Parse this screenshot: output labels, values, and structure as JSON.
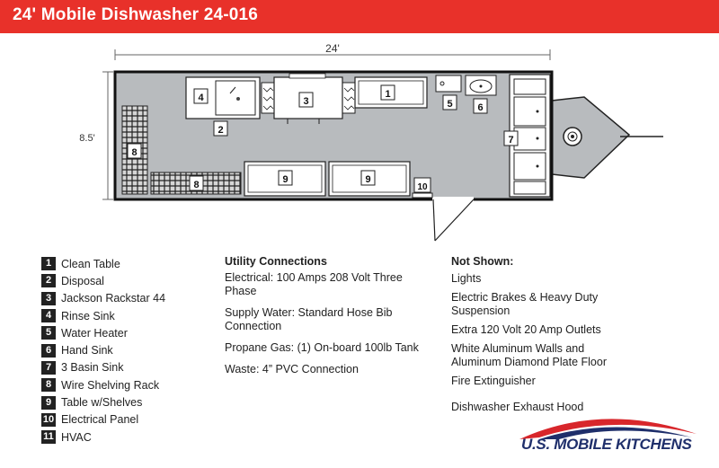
{
  "header": {
    "title": "24' Mobile Dishwasher 24-016"
  },
  "dimensions": {
    "length": "24'",
    "width": "8.5'"
  },
  "floorplan": {
    "markers": [
      "4",
      "3",
      "1",
      "5",
      "6",
      "2",
      "7",
      "8",
      "8",
      "9",
      "9",
      "10"
    ]
  },
  "legend": [
    {
      "num": "1",
      "label": "Clean Table"
    },
    {
      "num": "2",
      "label": "Disposal"
    },
    {
      "num": "3",
      "label": "Jackson Rackstar 44"
    },
    {
      "num": "4",
      "label": "Rinse Sink"
    },
    {
      "num": "5",
      "label": "Water Heater"
    },
    {
      "num": "6",
      "label": "Hand Sink"
    },
    {
      "num": "7",
      "label": "3 Basin Sink"
    },
    {
      "num": "8",
      "label": "Wire Shelving Rack"
    },
    {
      "num": "9",
      "label": "Table w/Shelves"
    },
    {
      "num": "10",
      "label": "Electrical Panel"
    },
    {
      "num": "11",
      "label": "HVAC"
    }
  ],
  "utility": {
    "heading": "Utility Connections",
    "items": [
      "Electrical: 100 Amps 208 Volt Three Phase",
      "Supply Water: Standard Hose Bib Connection",
      "Propane Gas: (1) On-board 100lb Tank",
      "Waste: 4” PVC Connection"
    ]
  },
  "not_shown": {
    "heading": "Not Shown:",
    "items": [
      "Lights",
      "Electric Brakes & Heavy Duty Suspension",
      "Extra 120 Volt 20 Amp Outlets",
      "White Aluminum Walls and Aluminum Diamond Plate Floor",
      "Fire Extinguisher",
      "Dishwasher Exhaust Hood"
    ]
  },
  "logo": {
    "text": "U.S. MOBILE KITCHENS"
  },
  "colors": {
    "header": "#e8312a",
    "floor": "#b8bbbe",
    "logo_red": "#d8262b",
    "logo_navy": "#1f2f6b"
  }
}
